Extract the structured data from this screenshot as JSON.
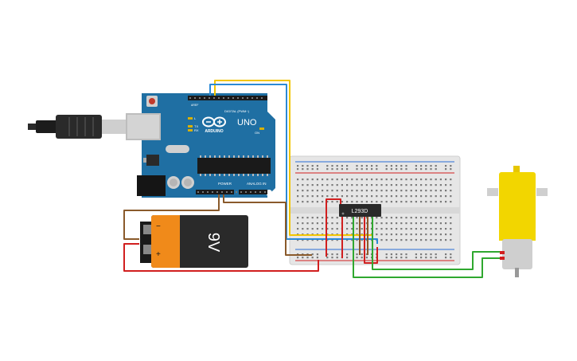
{
  "board": {
    "brand": "ARDUINO",
    "model": "UNO",
    "digital_label": "DIGITAL (PWM~)",
    "power_label": "POWER",
    "analog_label": "ANALOG IN",
    "tx_label": "TX",
    "rx_label": "RX",
    "l_label": "L",
    "on_label": "ON",
    "gnd_label": "GND",
    "aref_label": "AREF"
  },
  "battery": {
    "label": "9V",
    "minus": "−",
    "plus": "+"
  },
  "ic": {
    "label": "L293D"
  },
  "colors": {
    "board": "#1f6fa3",
    "wire_yellow": "#f2c500",
    "wire_blue": "#2b8ad6",
    "wire_brown": "#8a5a2b",
    "wire_red": "#d11f1f",
    "wire_green": "#2fa82f",
    "motor": "#f2d600",
    "breadboard": "#e9e9e9"
  },
  "icons": [
    "usb-cable-icon",
    "dc-motor-icon",
    "battery-icon"
  ]
}
